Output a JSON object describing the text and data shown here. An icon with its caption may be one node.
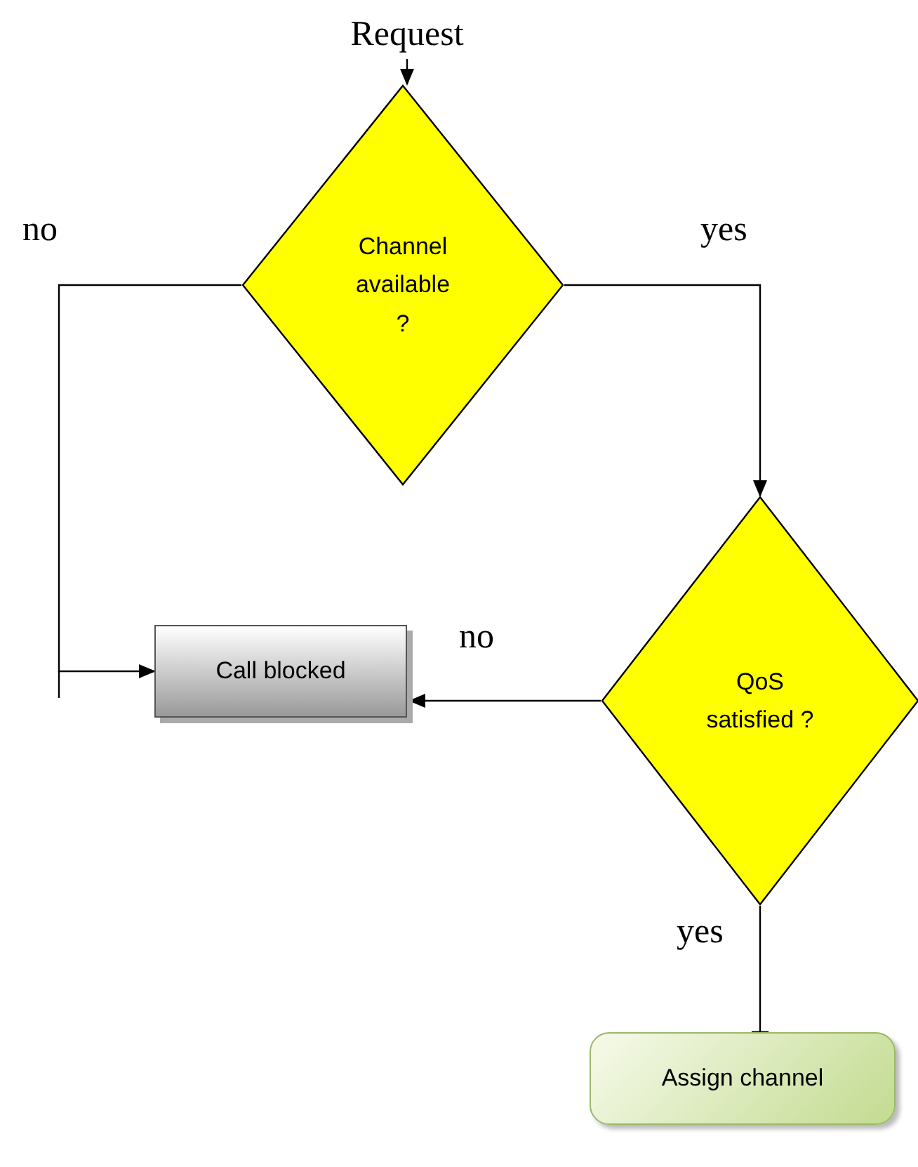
{
  "diagram": {
    "nodes": [
      {
        "text": [
          "Request"
        ]
      },
      {
        "text": [
          "Channel available ?"
        ]
      },
      {
        "text": [
          "QoS satisfied ?"
        ]
      },
      {
        "text": [
          "Call blocked"
        ]
      },
      {
        "text": [
          "Assign channel"
        ]
      }
    ],
    "edges": [
      {
        "from": 0,
        "to": 1,
        "arrow": "to"
      },
      {
        "from": 1,
        "to": 3,
        "arrow": "to",
        "label": "no"
      },
      {
        "from": 1,
        "to": 2,
        "arrow": "to",
        "label": "yes"
      },
      {
        "from": 2,
        "to": 3,
        "arrow": "to",
        "label": "no"
      },
      {
        "from": 2,
        "to": 4,
        "arrow": "other",
        "label": "yes"
      }
    ]
  }
}
